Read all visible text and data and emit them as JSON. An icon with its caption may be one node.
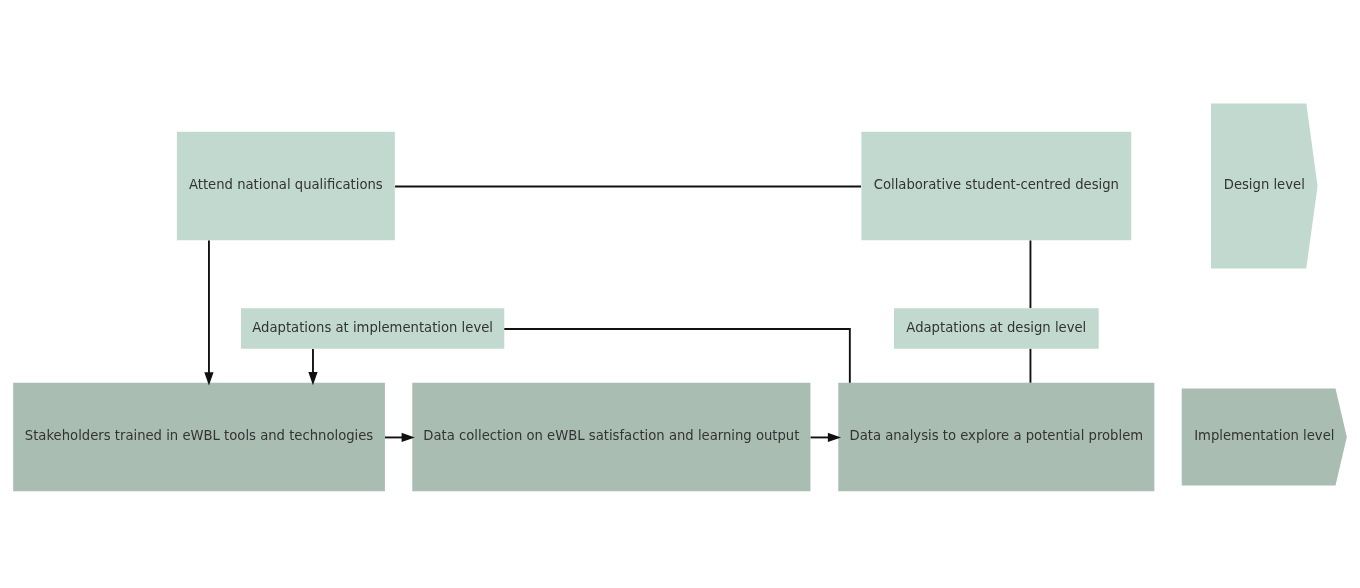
{
  "diagram": {
    "nodes": [
      {
        "text": [
          "Collaborative student-centred design"
        ]
      },
      {
        "text": [
          "Attend national qualifications"
        ]
      },
      {
        "text": [
          "Adaptations at design level"
        ]
      },
      {
        "text": [
          "Adaptations at implementation level"
        ]
      },
      {
        "text": [
          "Data analysis to explore a potential problem"
        ]
      },
      {
        "text": [
          "Data collection on eWBL satisfaction and learning output"
        ]
      },
      {
        "text": [
          "Stakeholders trained in eWBL tools and technologies"
        ]
      },
      {
        "text": [
          "Design level"
        ]
      },
      {
        "text": [
          "Implementation level"
        ]
      }
    ],
    "edges": [
      {
        "from": 0,
        "to": 1,
        "arrow": "none"
      },
      {
        "from": 1,
        "to": 6,
        "arrow": "to"
      },
      {
        "from": 6,
        "to": 5,
        "arrow": "to"
      },
      {
        "from": 5,
        "to": 4,
        "arrow": "to"
      },
      {
        "from": 4,
        "to": 3,
        "arrow": "none"
      },
      {
        "from": 3,
        "to": 6,
        "arrow": "to"
      },
      {
        "from": 4,
        "to": 2,
        "arrow": "none"
      },
      {
        "from": 2,
        "to": 0,
        "arrow": "none"
      }
    ]
  }
}
